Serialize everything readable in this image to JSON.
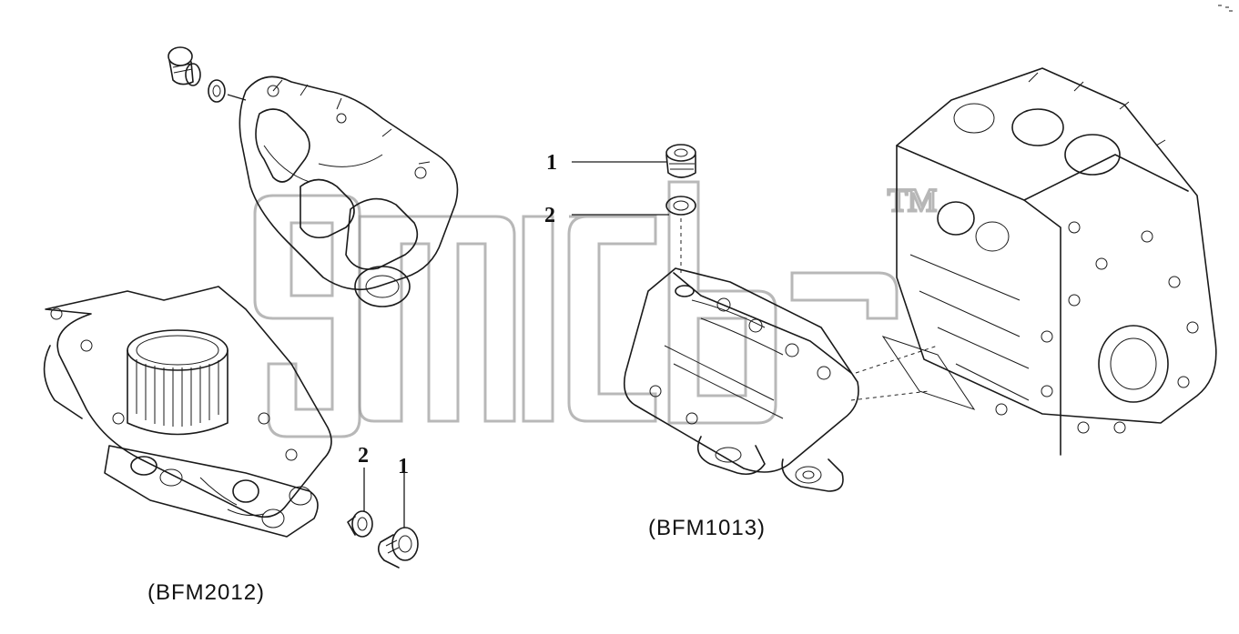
{
  "labels": {
    "left_model": "(BFM2012)",
    "right_model": "(BFM1013)"
  },
  "callouts": {
    "right_top_1": "1",
    "right_top_2": "2",
    "left_bottom_2": "2",
    "left_bottom_1": "1"
  },
  "watermark": {
    "trademark": "TM"
  },
  "colors": {
    "line": "#1a1a1a",
    "watermark": "#9a9a9a",
    "background": "#ffffff"
  }
}
